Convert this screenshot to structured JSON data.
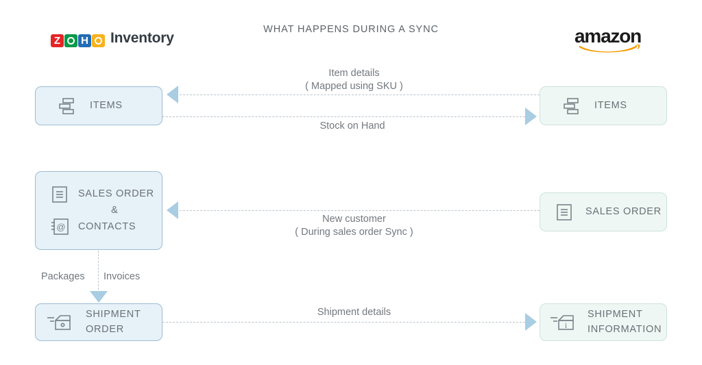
{
  "header": {
    "title": "WHAT HAPPENS DURING A SYNC",
    "left_brand": {
      "mark_letters": [
        "Z",
        "O",
        "H",
        "O"
      ],
      "word": "Inventory",
      "colors": {
        "z": "#e42527",
        "o1": "#089949",
        "h": "#226db4",
        "o2": "#f9b21d",
        "word": "#333b43"
      }
    },
    "right_brand": {
      "word": "amazon",
      "smile_color": "#f59b00",
      "text_color": "#1b1b1b"
    }
  },
  "palette": {
    "left_box_fill": "#e7f1f8",
    "left_box_border": "#9cbdd4",
    "right_box_fill": "#eef7f3",
    "right_box_border": "#cfe3da",
    "arrow": "#a9cde2",
    "dash_line": "#b9c4cc",
    "text": "#6a7076"
  },
  "nodes": {
    "items_left": {
      "label": "ITEMS",
      "icon": "items-list-icon"
    },
    "items_right": {
      "label": "ITEMS",
      "icon": "items-list-icon"
    },
    "sales_order_left": {
      "label_sales_order": "SALES ORDER",
      "ampersand": "&",
      "label_contacts": "CONTACTS",
      "icon_sales_order": "document-lines-icon",
      "icon_contacts": "contacts-at-icon"
    },
    "sales_order_right": {
      "label": "SALES ORDER",
      "icon": "document-lines-icon"
    },
    "shipment_left": {
      "label_line1": "SHIPMENT",
      "label_line2": "ORDER",
      "icon": "shipment-box-icon"
    },
    "shipment_right": {
      "label_line1": "SHIPMENT",
      "label_line2": "INFORMATION",
      "icon": "shipment-box-info-icon"
    }
  },
  "connectors": {
    "item_details": {
      "line1": "Item details",
      "line2": "( Mapped using SKU )",
      "direction": "right-to-left"
    },
    "stock_on_hand": {
      "line1": "Stock on Hand",
      "direction": "left-to-right"
    },
    "new_customer": {
      "line1": "New customer",
      "line2": "( During sales order Sync )",
      "direction": "right-to-left"
    },
    "shipment_details": {
      "line1": "Shipment details",
      "direction": "left-to-right"
    },
    "packages": {
      "label": "Packages"
    },
    "invoices": {
      "label": "Invoices"
    }
  }
}
